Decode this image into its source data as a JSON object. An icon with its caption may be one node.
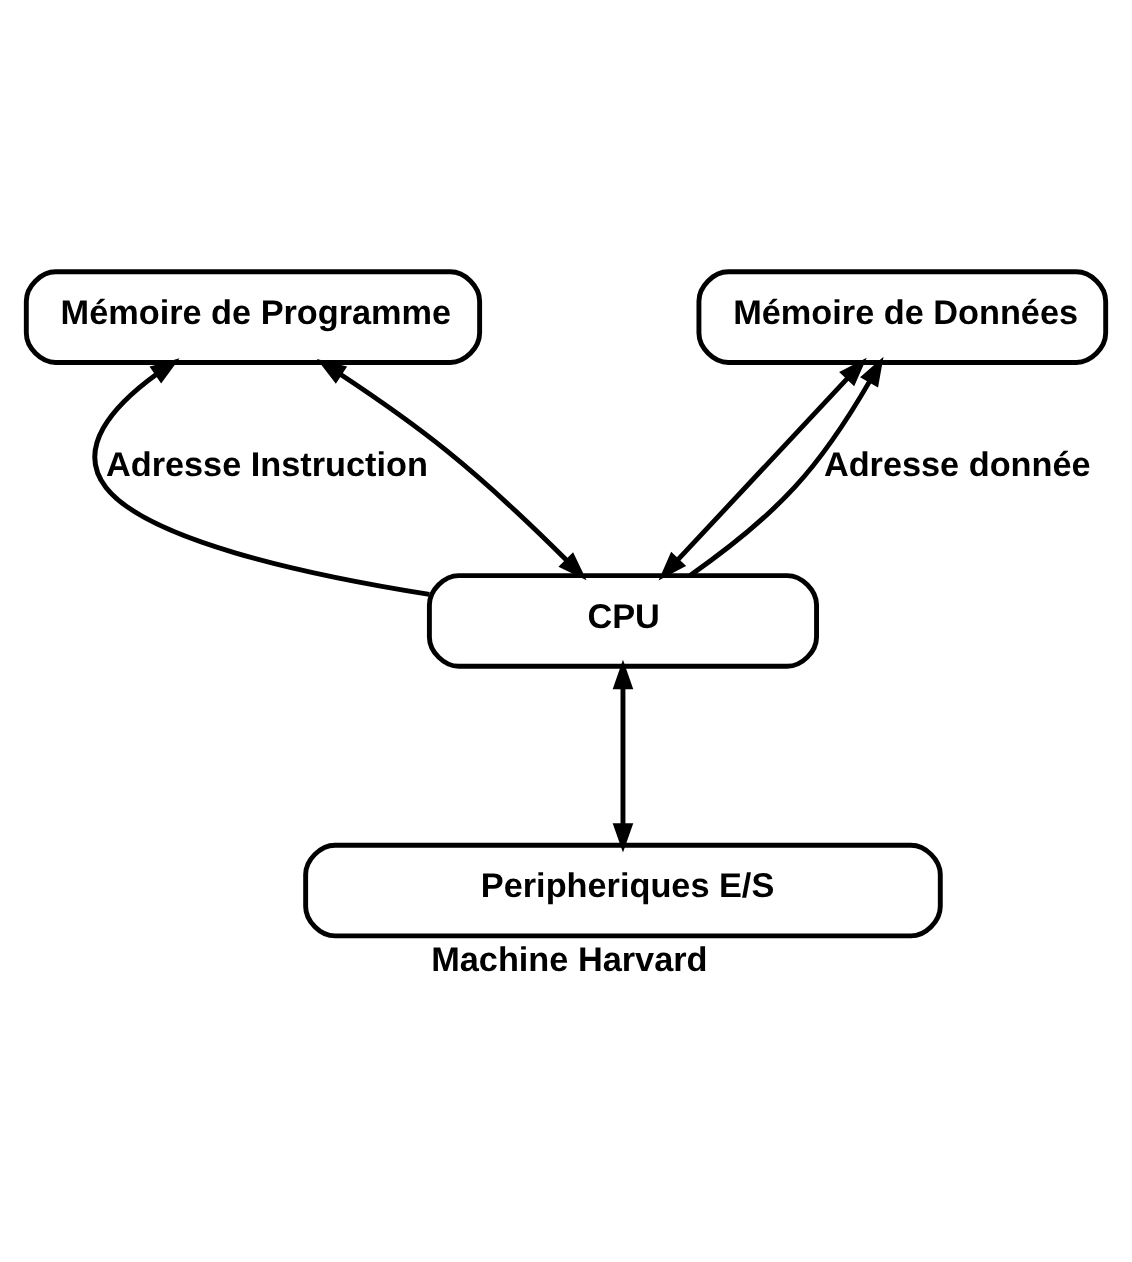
{
  "diagram": {
    "caption": "Machine Harvard",
    "nodes": [
      {
        "text": [
          "Mémoire de Programme"
        ]
      },
      {
        "text": [
          "Mémoire de Données"
        ]
      },
      {
        "text": [
          "CPU"
        ]
      },
      {
        "text": [
          "Peripheriques E/S"
        ]
      }
    ],
    "edges": [
      {
        "from": 2,
        "to": 0,
        "arrow": "to",
        "label": "Adresse Instruction"
      },
      {
        "from": 2,
        "to": 0,
        "arrow": "both"
      },
      {
        "from": 2,
        "to": 1,
        "arrow": "both"
      },
      {
        "from": 2,
        "to": 1,
        "arrow": "to",
        "label": "Adresse donnée"
      },
      {
        "from": 2,
        "to": 3,
        "arrow": "both"
      }
    ]
  }
}
